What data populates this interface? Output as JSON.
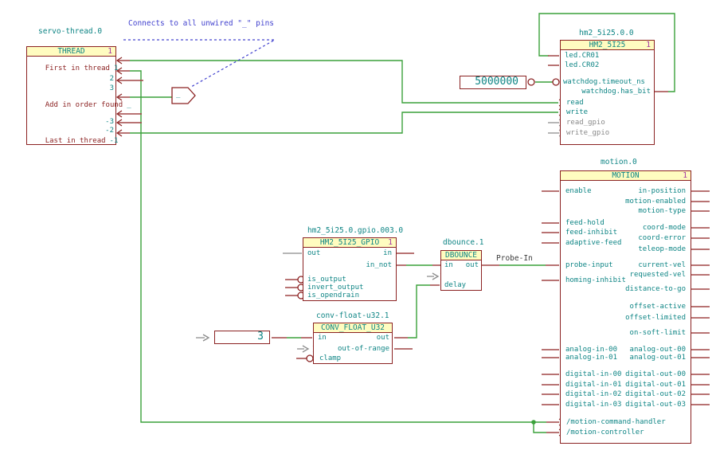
{
  "annotation": "Connects to all unwired \"_\" pins",
  "net_label": "Probe-In",
  "flag_label": "_",
  "constants": {
    "watchdog_timeout": "5000000",
    "dbounce_delay": "3"
  },
  "colors": {
    "symbol_outline": "#8b2222",
    "pin_stub": "#a04545",
    "wire": "#3aa13a",
    "pin_text": "#0e8585",
    "header_fill": "#fffcc0",
    "unit_number": "#a333a3",
    "annotation_blue": "#4343cf",
    "unwired_gray": "#8a8a8a"
  },
  "blocks": {
    "thread": {
      "title": "servo-thread.0",
      "header": "THREAD",
      "unit": "1",
      "pins": [
        {
          "label": "First in thread",
          "num": "1"
        },
        {
          "label": "",
          "num": "2"
        },
        {
          "label": "",
          "num": "3"
        },
        {
          "label": "Add in order found",
          "num": "_"
        },
        {
          "label": "",
          "num": "-3"
        },
        {
          "label": "",
          "num": "-2"
        },
        {
          "label": "Last in thread",
          "num": "-1"
        }
      ]
    },
    "hm2": {
      "title": "hm2_5i25.0.0",
      "header": "HM2_5I25",
      "unit": "1",
      "pins_left": [
        "led.CR01",
        "led.CR02",
        "watchdog.timeout_ns",
        "read",
        "write",
        "read_gpio",
        "write_gpio"
      ],
      "pins_right": [
        "watchdog.has_bit"
      ]
    },
    "gpio": {
      "title": "hm2_5i25.0.gpio.003.0",
      "header": "HM2_5I25_GPIO",
      "unit": "1",
      "pins_left": [
        "out",
        "is_output",
        "invert_output",
        "is_opendrain"
      ],
      "pins_right": [
        "in",
        "in_not"
      ]
    },
    "dbounce": {
      "title": "dbounce.1",
      "header": "DBOUNCE",
      "pins_left": [
        "in",
        "delay"
      ],
      "pins_right": [
        "out"
      ]
    },
    "conv": {
      "title": "conv-float-u32.1",
      "header": "CONV_FLOAT_U32",
      "pins_left": [
        "in",
        "clamp"
      ],
      "pins_right": [
        "out",
        "out-of-range"
      ]
    },
    "motion": {
      "title": "motion.0",
      "header": "MOTION",
      "unit": "1",
      "pins_left": [
        "enable",
        "feed-hold",
        "feed-inhibit",
        "adaptive-feed",
        "probe-input",
        "homing-inhibit",
        "analog-in-00",
        "analog-in-01",
        "digital-in-00",
        "digital-in-01",
        "digital-in-02",
        "digital-in-03",
        "/motion-command-handler",
        "/motion-controller"
      ],
      "pins_right": [
        "in-position",
        "motion-enabled",
        "motion-type",
        "coord-mode",
        "coord-error",
        "teleop-mode",
        "current-vel",
        "requested-vel",
        "distance-to-go",
        "offset-active",
        "offset-limited",
        "on-soft-limit",
        "analog-out-00",
        "analog-out-01",
        "digital-out-00",
        "digital-out-01",
        "digital-out-02",
        "digital-out-03"
      ]
    }
  }
}
